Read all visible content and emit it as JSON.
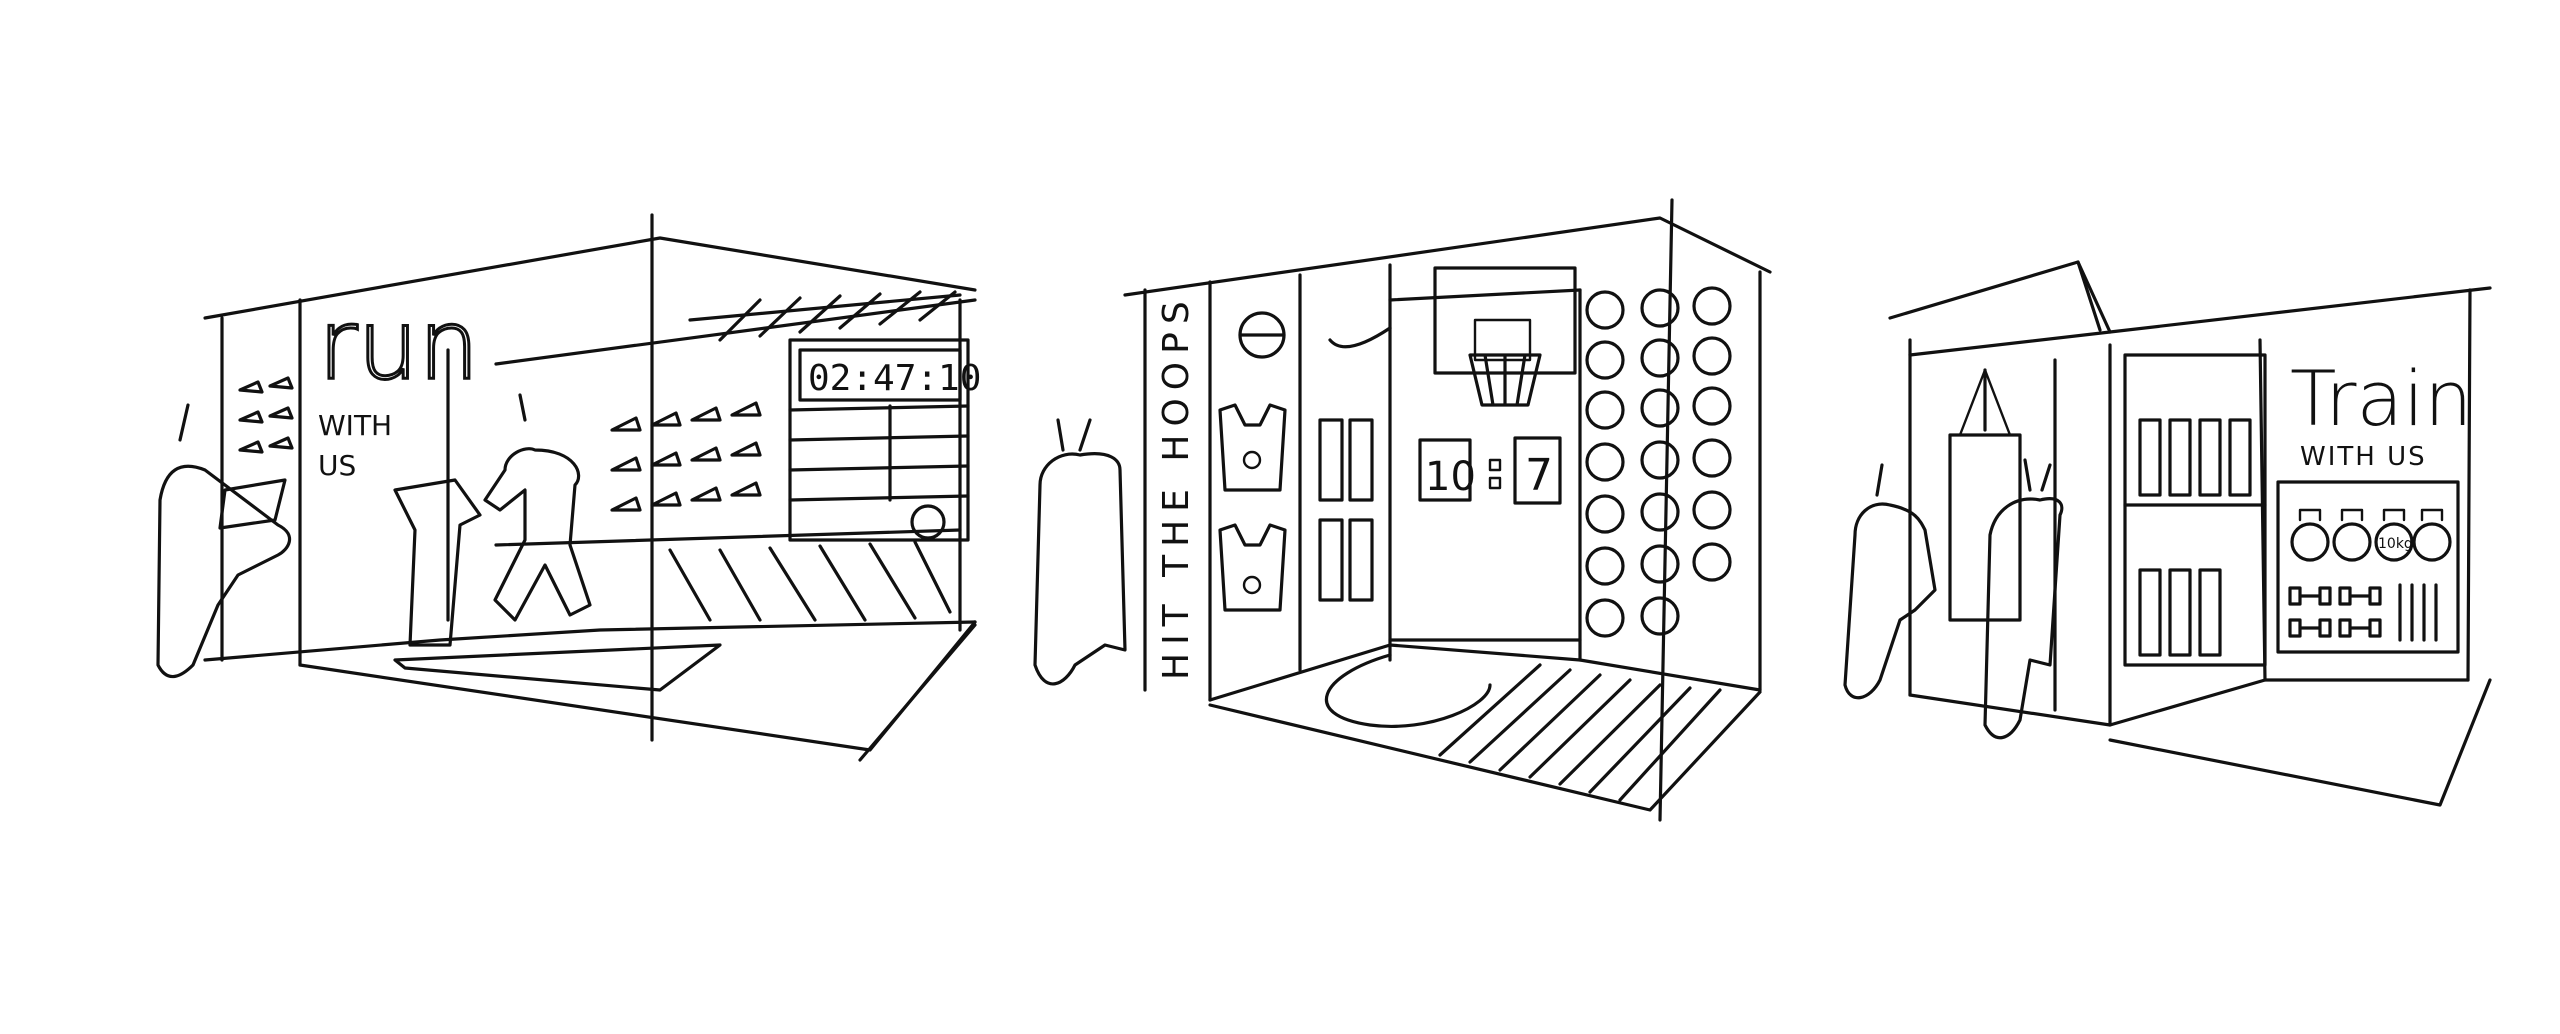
{
  "booth_run": {
    "logo": "run",
    "tagline_1": "WITH",
    "tagline_2": "US",
    "clock": "02:47:10"
  },
  "booth_basketball": {
    "vertical_slogan": "HIT THE HOOPS",
    "score_left": "10",
    "score_right": "7"
  },
  "booth_train": {
    "title": "Train",
    "tagline": "WITH US",
    "weight_label": "10kg"
  }
}
